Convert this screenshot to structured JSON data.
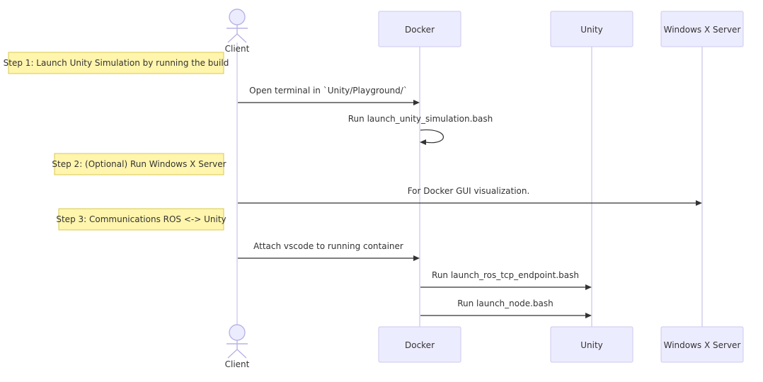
{
  "participants": {
    "client": "Client",
    "docker": "Docker",
    "unity": "Unity",
    "xserver": "Windows X Server"
  },
  "notes": {
    "step1": "Step 1: Launch Unity Simulation by running the build",
    "step2": "Step 2: (Optional) Run Windows X Server",
    "step3": "Step 3: Communications ROS <-> Unity"
  },
  "messages": {
    "m1": "Open terminal in `Unity/Playground/`",
    "m2": "Run launch_unity_simulation.bash",
    "m3": "For Docker GUI visualization.",
    "m4": "Attach vscode to running container",
    "m5": "Run launch_ros_tcp_endpoint.bash",
    "m6": "Run launch_node.bash"
  },
  "colors": {
    "actor_fill": "#ececff",
    "actor_border": "#cdc8ef",
    "note_fill": "#fff5ad",
    "note_border": "#d7c94f",
    "lifeline": "#d6d2f0",
    "arrow": "#333333"
  }
}
